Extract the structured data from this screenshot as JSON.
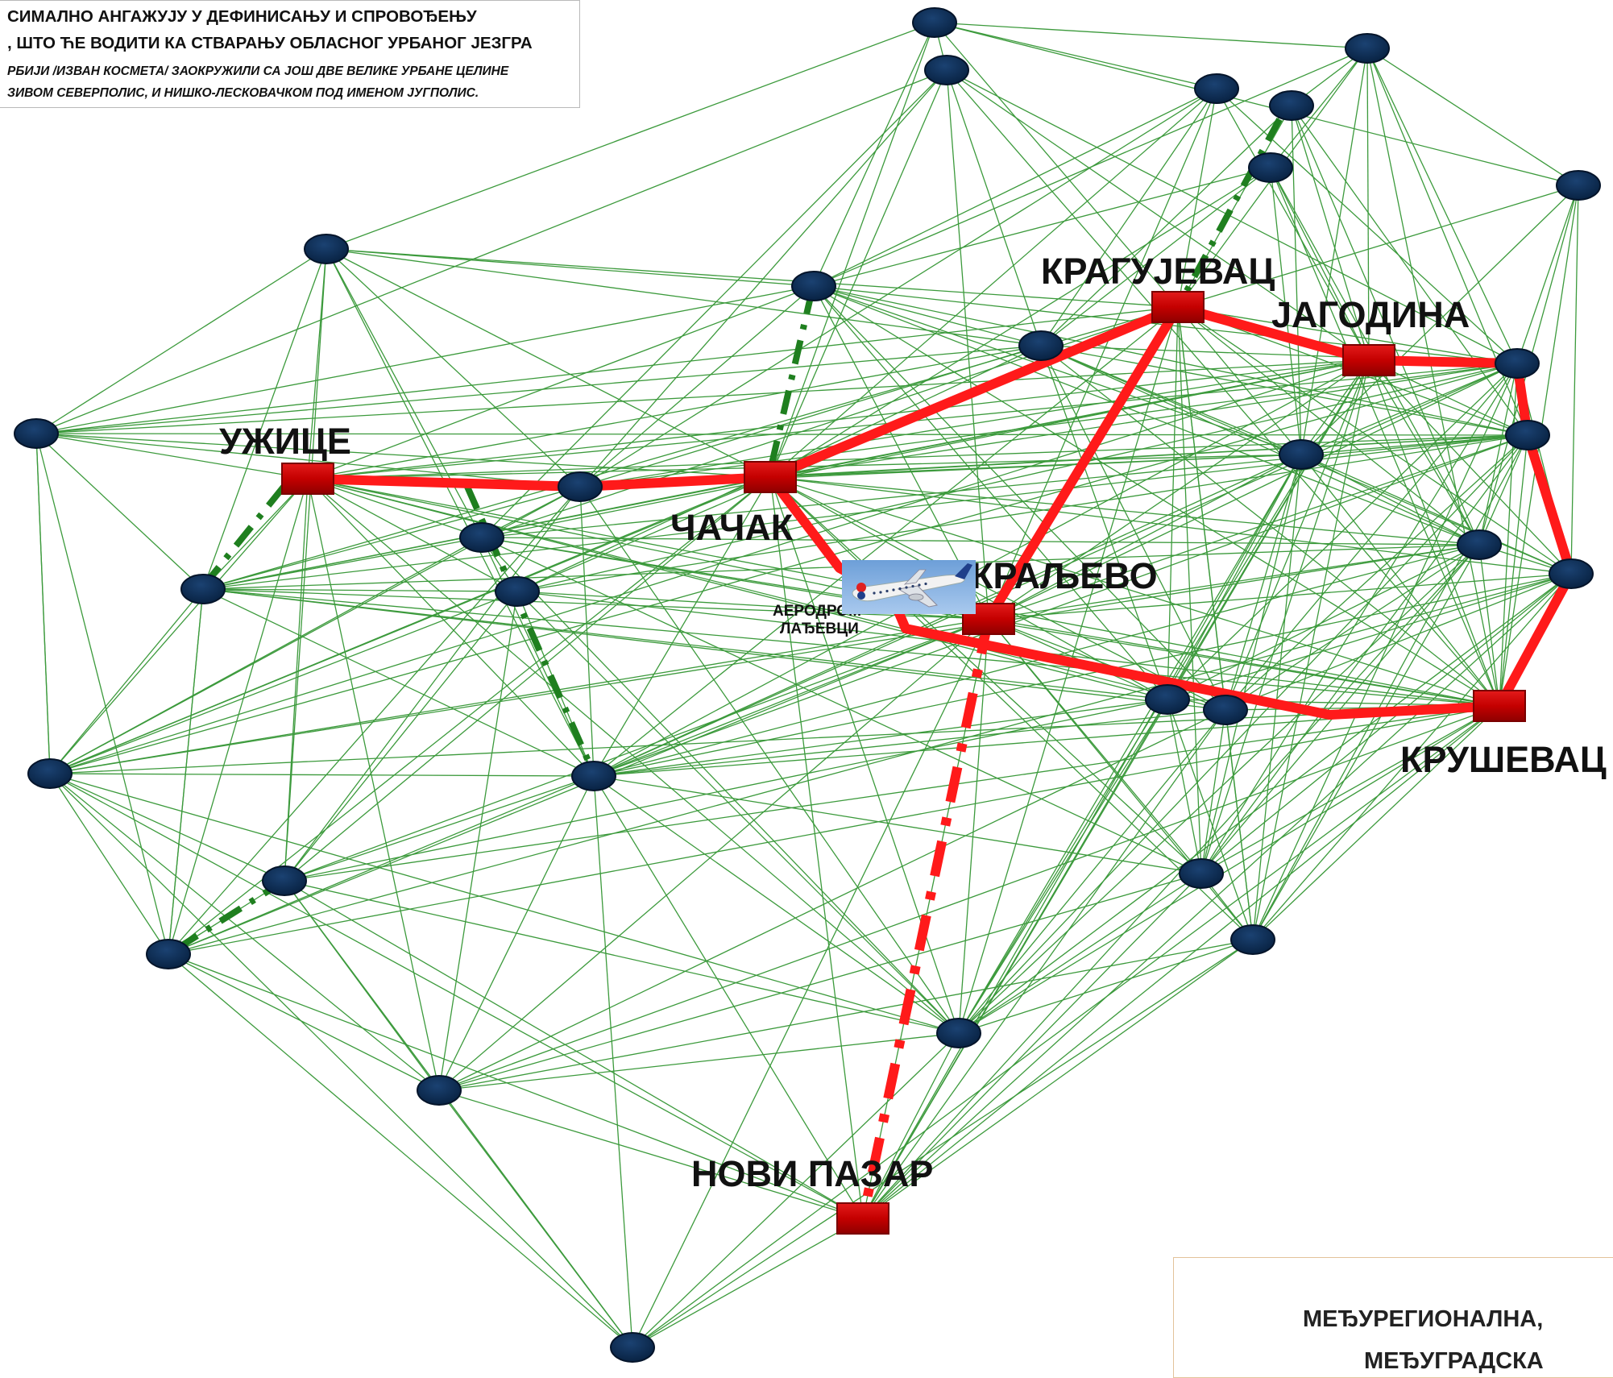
{
  "top_note": {
    "line1": "СИМАЛНО АНГАЖУЈУ У ДЕФИНИСАЊУ И СПРОВОЂЕЊУ",
    "line2": ", ШТО ЋЕ ВОДИТИ КА СТВАРАЊУ ОБЛАСНОГ УРБАНОГ ЈЕЗГРА",
    "line3": "РБИЈИ /ИЗВАН КОСМЕТА/ ЗАОКРУЖИЛИ СА ЈОШ ДВЕ ВЕЛИКЕ УРБАНЕ ЦЕЛИНЕ",
    "line4": "ЗИВОМ СЕВЕРПОЛИС, И НИШКО-ЛЕСКОВАЧКОМ ПОД ИМЕНОМ ЈУГПОЛИС."
  },
  "cities": {
    "uzice": "УЖИЦЕ",
    "cacak": "ЧАЧАК",
    "kragujevac": "КРАГУЈЕВАЦ",
    "jagodina": "ЈАГОДИНА",
    "kraljevo": "КРАЉЕВО",
    "krusevac": "КРУШЕВАЦ",
    "novi_pazar": "НОВИ ПАЗАР"
  },
  "airport": {
    "line1": "АЕРОДРОМ",
    "line2": "ЛАЂЕВЦИ",
    "icon": "airplane-icon"
  },
  "legend": {
    "line1": "МЕЂУРЕГИОНАЛНА,",
    "line2": "МЕЂУГРАДСКА"
  },
  "colors": {
    "primary_link": "#ff1a1a",
    "minor_link": "#3c9a3c",
    "secondary_dashed": "#1f7f1f",
    "node": "#0d2a4e",
    "city_square": "#cc0000"
  }
}
